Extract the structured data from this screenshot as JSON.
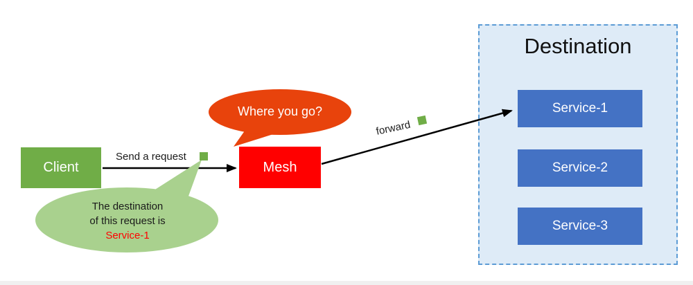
{
  "diagram": {
    "client": {
      "label": "Client",
      "fill": "#70AD47"
    },
    "mesh": {
      "label": "Mesh",
      "fill": "#FF0000"
    },
    "request_arrow": {
      "label": "Send a request",
      "color": "#000000",
      "marker_color": "#70AD47"
    },
    "forward_arrow": {
      "label": "forward",
      "color": "#000000",
      "marker_color": "#70AD47"
    },
    "question_bubble": {
      "text": "Where you go?",
      "fill": "#E8430C",
      "text_color": "#FFFFFF"
    },
    "answer_bubble": {
      "line1": "The destination",
      "line2": "of this request is",
      "line3": "Service-1",
      "fill": "#A9D18E",
      "text_color": "#1A1A1A",
      "line3_color": "#FF0000"
    },
    "destination": {
      "title": "Destination",
      "fill": "#DEEBF7",
      "border_color": "#5B9BD5",
      "service_fill": "#4472C4",
      "service_text_color": "#FFFFFF",
      "services": [
        "Service-1",
        "Service-2",
        "Service-3"
      ]
    }
  }
}
